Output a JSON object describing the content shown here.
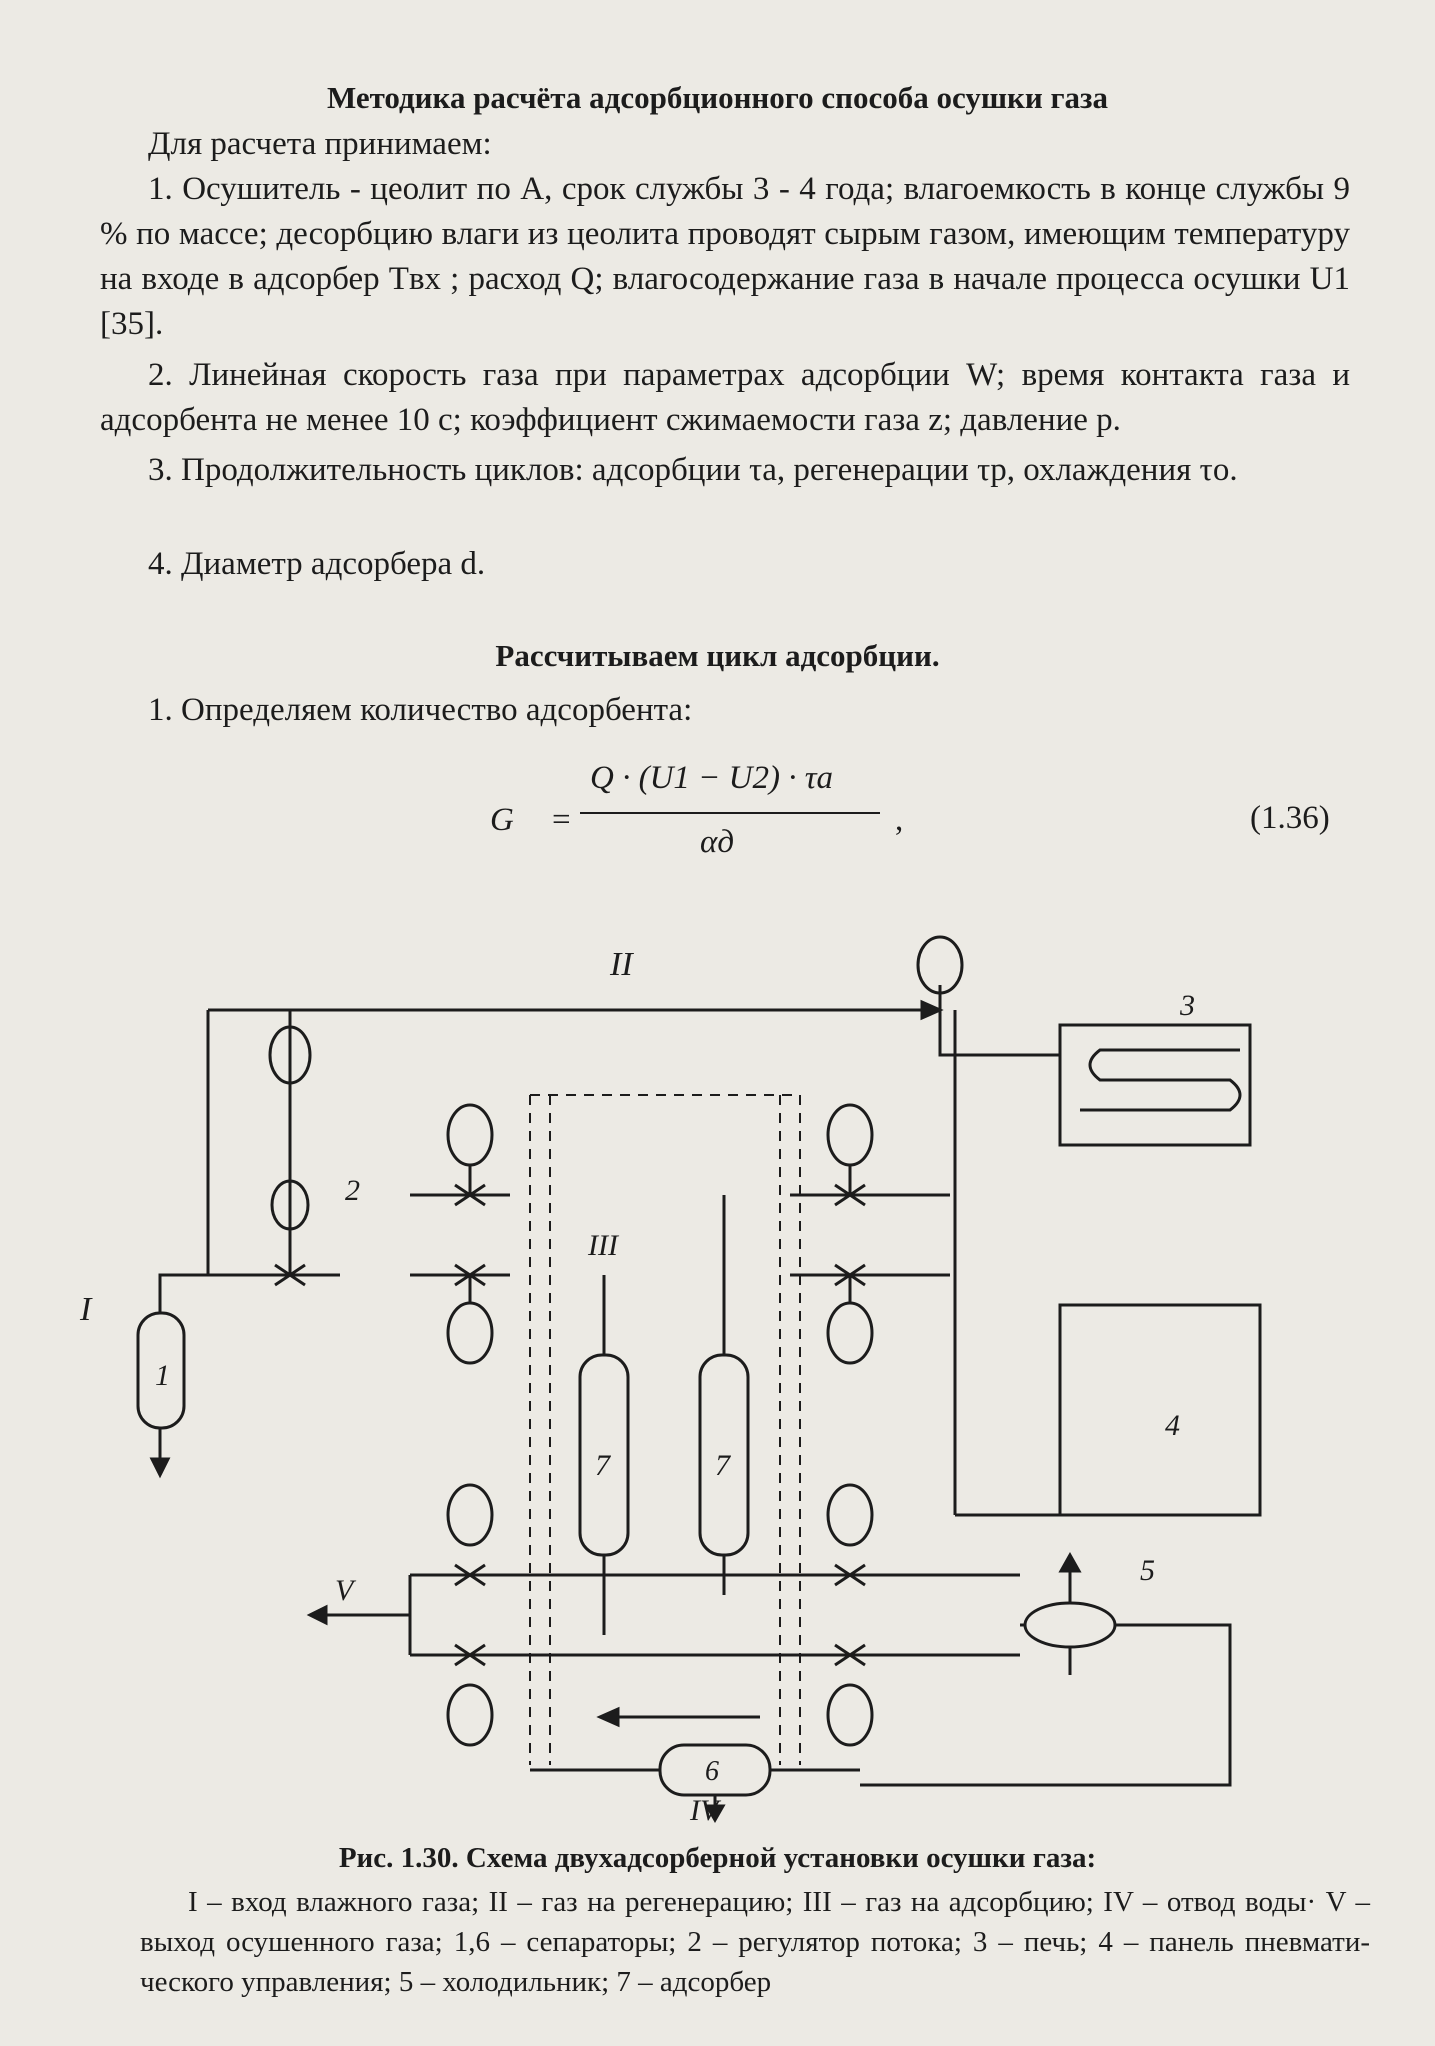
{
  "document": {
    "title": "Методика расчёта адсорбционного способа осушки газа",
    "intro": "Для расчета принимаем:",
    "items": [
      "1. Осушитель - цеолит по А, срок службы 3 - 4 года; влагоемкость в конце службы 9 % по массе; десорбцию влаги из цеолита проводят сырым газом, имеющим температуру на входе в адсорбер Tвх ; расход Q; влагосодержание газа в начале процесса осушки U1 [35].",
      "2. Линейная скорость газа при параметрах адсорбции W; время контакта газа и адсорбента не менее 10 с; коэффициент сжимаемости газа z; давление p.",
      "3. Продолжительность циклов: адсорбции τа, регенерации τр, охлаждения τо.",
      "4. Диаметр адсорбера d."
    ],
    "section_heading": "Рассчитываем цикл адсорбции.",
    "step1": "1. Определяем количество адсорбента:",
    "formula": {
      "lhs": "G",
      "eq": "=",
      "numerator": "Q · (U1 − U2) · τa",
      "denominator": "αд",
      "comma": ",",
      "number": "(1.36)"
    }
  },
  "diagram": {
    "labels": {
      "flow_I": "I",
      "flow_II": "II",
      "flow_III": "III",
      "flow_IV": "IV",
      "flow_V": "V",
      "n1": "1",
      "n2": "2",
      "n3": "3",
      "n4": "4",
      "n5": "5",
      "n6": "6",
      "n7a": "7",
      "n7b": "7"
    }
  },
  "caption": {
    "title": "Рис. 1.30. Схема двухадсорберной установки осушки газа:",
    "text": "I – вход влажного газа; II – газ на регенерацию; III – газ на адсорбцию; IV – отвод воды· V – выход осушенного газа; 1,6 – сепараторы; 2 – регулятор потока; 3 – печь; 4 – панель пневмати-ческого управления; 5 – холодильник; 7 – адсорбер"
  }
}
